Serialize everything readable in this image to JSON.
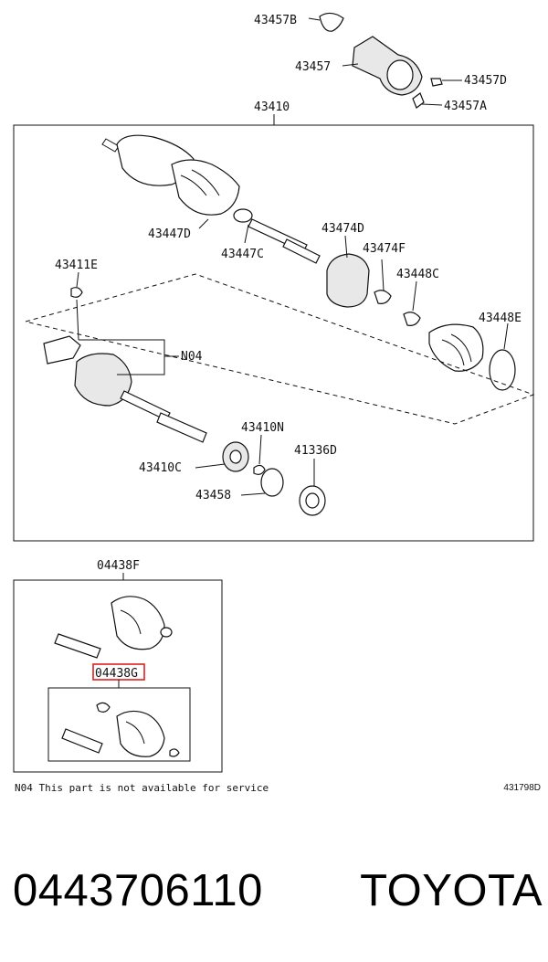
{
  "labels": {
    "p43457B": "43457B",
    "p43457": "43457",
    "p43457D": "43457D",
    "p43457A": "43457A",
    "p43410": "43410",
    "p43447D": "43447D",
    "p43447C": "43447C",
    "p43474D": "43474D",
    "p43474F": "43474F",
    "p43448C": "43448C",
    "p43448E": "43448E",
    "p43411E": "43411E",
    "pN04": "N04",
    "p43410N": "43410N",
    "p43410C": "43410C",
    "p41336D": "41336D",
    "p43458": "43458",
    "p04438F": "04438F",
    "p04438G": "04438G"
  },
  "highlight_color": "#e02020",
  "footnote": "N04 This part is not available for service",
  "ref_code": "431798D",
  "caption": {
    "part_number": "0443706110",
    "brand": "TOYOTA"
  }
}
